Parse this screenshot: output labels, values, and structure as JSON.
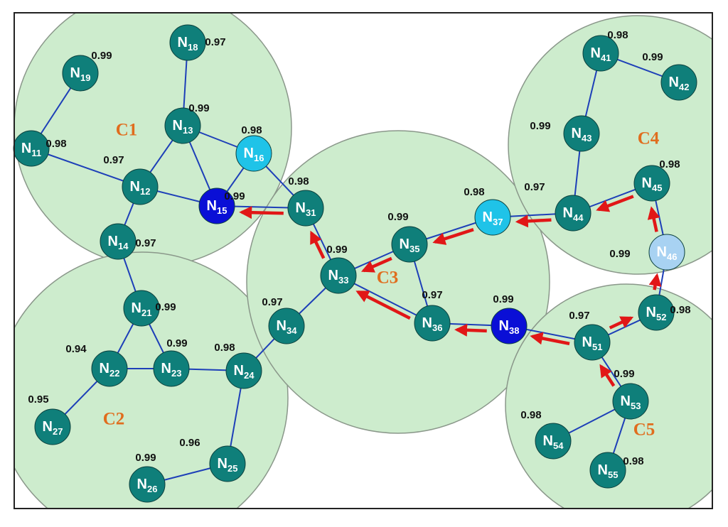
{
  "colors": {
    "cluster_fill": "#cdeccd",
    "cluster_stroke": "#8a978a",
    "node_normal": "#0f7f7a",
    "node_bright": "#1fc3e8",
    "node_dark": "#0a0fd6",
    "node_light": "#a8d2f2",
    "edge": "#1d3fb8",
    "arrow": "#e11717",
    "cluster_label": "#e06d1e",
    "node_text": "#ffffff"
  },
  "clusters": [
    {
      "id": "C1",
      "label": "C1"
    },
    {
      "id": "C2",
      "label": "C2"
    },
    {
      "id": "C3",
      "label": "C3"
    },
    {
      "id": "C4",
      "label": "C4"
    },
    {
      "id": "C5",
      "label": "C5"
    }
  ],
  "nodes": [
    {
      "id": "N18",
      "base": "N",
      "sub": "18",
      "value": "0.97",
      "style": "normal"
    },
    {
      "id": "N19",
      "base": "N",
      "sub": "19",
      "value": "0.99",
      "style": "normal"
    },
    {
      "id": "N13",
      "base": "N",
      "sub": "13",
      "value": "0.99",
      "style": "normal"
    },
    {
      "id": "N16",
      "base": "N",
      "sub": "16",
      "value": "0.98",
      "style": "bright"
    },
    {
      "id": "N11",
      "base": "N",
      "sub": "11",
      "value": "0.98",
      "style": "normal"
    },
    {
      "id": "N12",
      "base": "N",
      "sub": "12",
      "value": "0.97",
      "style": "normal"
    },
    {
      "id": "N15",
      "base": "N",
      "sub": "15",
      "value": "0.99",
      "style": "dark"
    },
    {
      "id": "N14",
      "base": "N",
      "sub": "14",
      "value": "0.97",
      "style": "normal"
    },
    {
      "id": "N31",
      "base": "N",
      "sub": "31",
      "value": "0.98",
      "style": "normal"
    },
    {
      "id": "N33",
      "base": "N",
      "sub": "33",
      "value": "0.99",
      "style": "normal"
    },
    {
      "id": "N35",
      "base": "N",
      "sub": "35",
      "value": "0.99",
      "style": "normal"
    },
    {
      "id": "N36",
      "base": "N",
      "sub": "36",
      "value": "0.97",
      "style": "normal"
    },
    {
      "id": "N34",
      "base": "N",
      "sub": "34",
      "value": "0.97",
      "style": "normal"
    },
    {
      "id": "N37",
      "base": "N",
      "sub": "37",
      "value": "0.98",
      "style": "bright"
    },
    {
      "id": "N38",
      "base": "N",
      "sub": "38",
      "value": "0.99",
      "style": "dark"
    },
    {
      "id": "N21",
      "base": "N",
      "sub": "21",
      "value": "0.99",
      "style": "normal"
    },
    {
      "id": "N22",
      "base": "N",
      "sub": "22",
      "value": "0.94",
      "style": "normal"
    },
    {
      "id": "N23",
      "base": "N",
      "sub": "23",
      "value": "0.99",
      "style": "normal"
    },
    {
      "id": "N24",
      "base": "N",
      "sub": "24",
      "value": "0.98",
      "style": "normal"
    },
    {
      "id": "N27",
      "base": "N",
      "sub": "27",
      "value": "0.95",
      "style": "normal"
    },
    {
      "id": "N25",
      "base": "N",
      "sub": "25",
      "value": "0.96",
      "style": "normal"
    },
    {
      "id": "N26",
      "base": "N",
      "sub": "26",
      "value": "0.99",
      "style": "normal"
    },
    {
      "id": "N41",
      "base": "N",
      "sub": "41",
      "value": "0.98",
      "style": "normal"
    },
    {
      "id": "N42",
      "base": "N",
      "sub": "42",
      "value": "0.99",
      "style": "normal"
    },
    {
      "id": "N43",
      "base": "N",
      "sub": "43",
      "value": "0.99",
      "style": "normal"
    },
    {
      "id": "N44",
      "base": "N",
      "sub": "44",
      "value": "0.97",
      "style": "normal"
    },
    {
      "id": "N45",
      "base": "N",
      "sub": "45",
      "value": "0.98",
      "style": "normal"
    },
    {
      "id": "N46",
      "base": "N",
      "sub": "46",
      "value": "0.99",
      "style": "light"
    },
    {
      "id": "N51",
      "base": "N",
      "sub": "51",
      "value": "0.97",
      "style": "normal"
    },
    {
      "id": "N52",
      "base": "N",
      "sub": "52",
      "value": "0.98",
      "style": "normal"
    },
    {
      "id": "N53",
      "base": "N",
      "sub": "53",
      "value": "0.99",
      "style": "normal"
    },
    {
      "id": "N54",
      "base": "N",
      "sub": "54",
      "value": "0.98",
      "style": "normal"
    },
    {
      "id": "N55",
      "base": "N",
      "sub": "55",
      "value": "0.98",
      "style": "normal"
    }
  ],
  "edges": [
    [
      "N19",
      "N11"
    ],
    [
      "N11",
      "N12"
    ],
    [
      "N12",
      "N13"
    ],
    [
      "N18",
      "N13"
    ],
    [
      "N13",
      "N16"
    ],
    [
      "N13",
      "N15"
    ],
    [
      "N12",
      "N15"
    ],
    [
      "N16",
      "N15"
    ],
    [
      "N12",
      "N14"
    ],
    [
      "N14",
      "N21"
    ],
    [
      "N16",
      "N31"
    ],
    [
      "N31",
      "N33"
    ],
    [
      "N33",
      "N34"
    ],
    [
      "N35",
      "N36"
    ],
    [
      "N21",
      "N22"
    ],
    [
      "N21",
      "N23"
    ],
    [
      "N22",
      "N23"
    ],
    [
      "N23",
      "N24"
    ],
    [
      "N22",
      "N27"
    ],
    [
      "N24",
      "N34"
    ],
    [
      "N24",
      "N25"
    ],
    [
      "N25",
      "N26"
    ],
    [
      "N41",
      "N42"
    ],
    [
      "N41",
      "N43"
    ],
    [
      "N43",
      "N44"
    ],
    [
      "N51",
      "N38"
    ],
    [
      "N53",
      "N54"
    ],
    [
      "N53",
      "N55"
    ],
    [
      "N31",
      "N15"
    ],
    [
      "N35",
      "N33"
    ],
    [
      "N36",
      "N38"
    ],
    [
      "N37",
      "N35"
    ],
    [
      "N37",
      "N44"
    ],
    [
      "N44",
      "N45"
    ],
    [
      "N45",
      "N46"
    ],
    [
      "N46",
      "N52"
    ],
    [
      "N52",
      "N51"
    ],
    [
      "N51",
      "N53"
    ],
    [
      "N36",
      "N33"
    ]
  ],
  "arrows": [
    [
      "N31",
      "N15"
    ],
    [
      "N33",
      "N31"
    ],
    [
      "N35",
      "N33"
    ],
    [
      "N36",
      "N33"
    ],
    [
      "N37",
      "N35"
    ],
    [
      "N44",
      "N37"
    ],
    [
      "N45",
      "N44"
    ],
    [
      "N46",
      "N45"
    ],
    [
      "N38",
      "N36"
    ],
    [
      "N51",
      "N38"
    ],
    [
      "N52",
      "N46"
    ],
    [
      "N51",
      "N52"
    ],
    [
      "N53",
      "N51"
    ]
  ]
}
